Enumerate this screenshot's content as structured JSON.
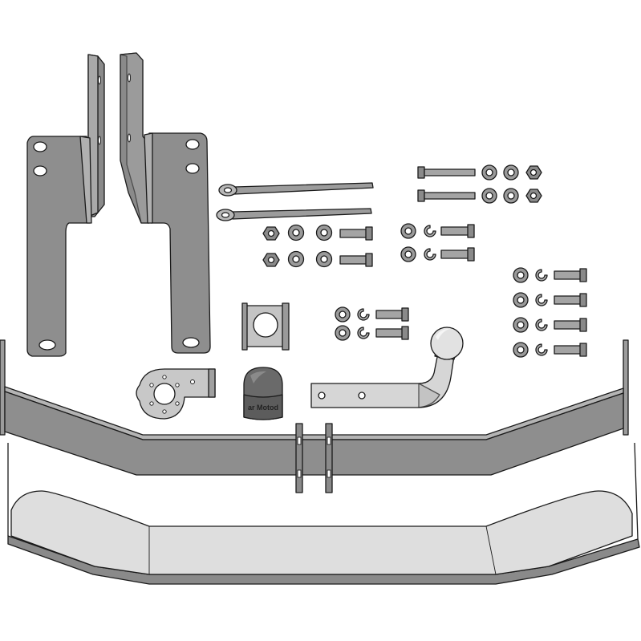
{
  "colors": {
    "steel": "#8e8e8e",
    "steel_dark": "#6a6a6a",
    "steel_light": "#b5b5b5",
    "panel_light": "#dedede",
    "outline": "#1a1a1a",
    "background": "#ffffff"
  },
  "components": {
    "left_bracket": {
      "name": "left-mounting-bracket"
    },
    "right_bracket": {
      "name": "right-mounting-bracket"
    },
    "tie_rods": {
      "name": "tie-rods",
      "count": 2
    },
    "long_bolts": {
      "name": "long-bolt-set",
      "count": 2
    },
    "bolts_a": {
      "name": "bolt-set-a",
      "count": 2
    },
    "bolts_b": {
      "name": "bolt-set-b",
      "count": 2
    },
    "bolts_c": {
      "name": "bolt-set-c",
      "count": 2
    },
    "bolts_d": {
      "name": "bolt-set-d",
      "count": 4
    },
    "socket_plate": {
      "name": "electrical-socket-plate"
    },
    "mount_plate": {
      "name": "socket-mounting-plate"
    },
    "ball_cover": {
      "name": "tow-ball-cover",
      "label": "ar Motod"
    },
    "tow_ball": {
      "name": "tow-ball-neck"
    },
    "crossbar": {
      "name": "main-crossbar"
    },
    "bumper_panel": {
      "name": "bumper-insert-panel"
    }
  }
}
